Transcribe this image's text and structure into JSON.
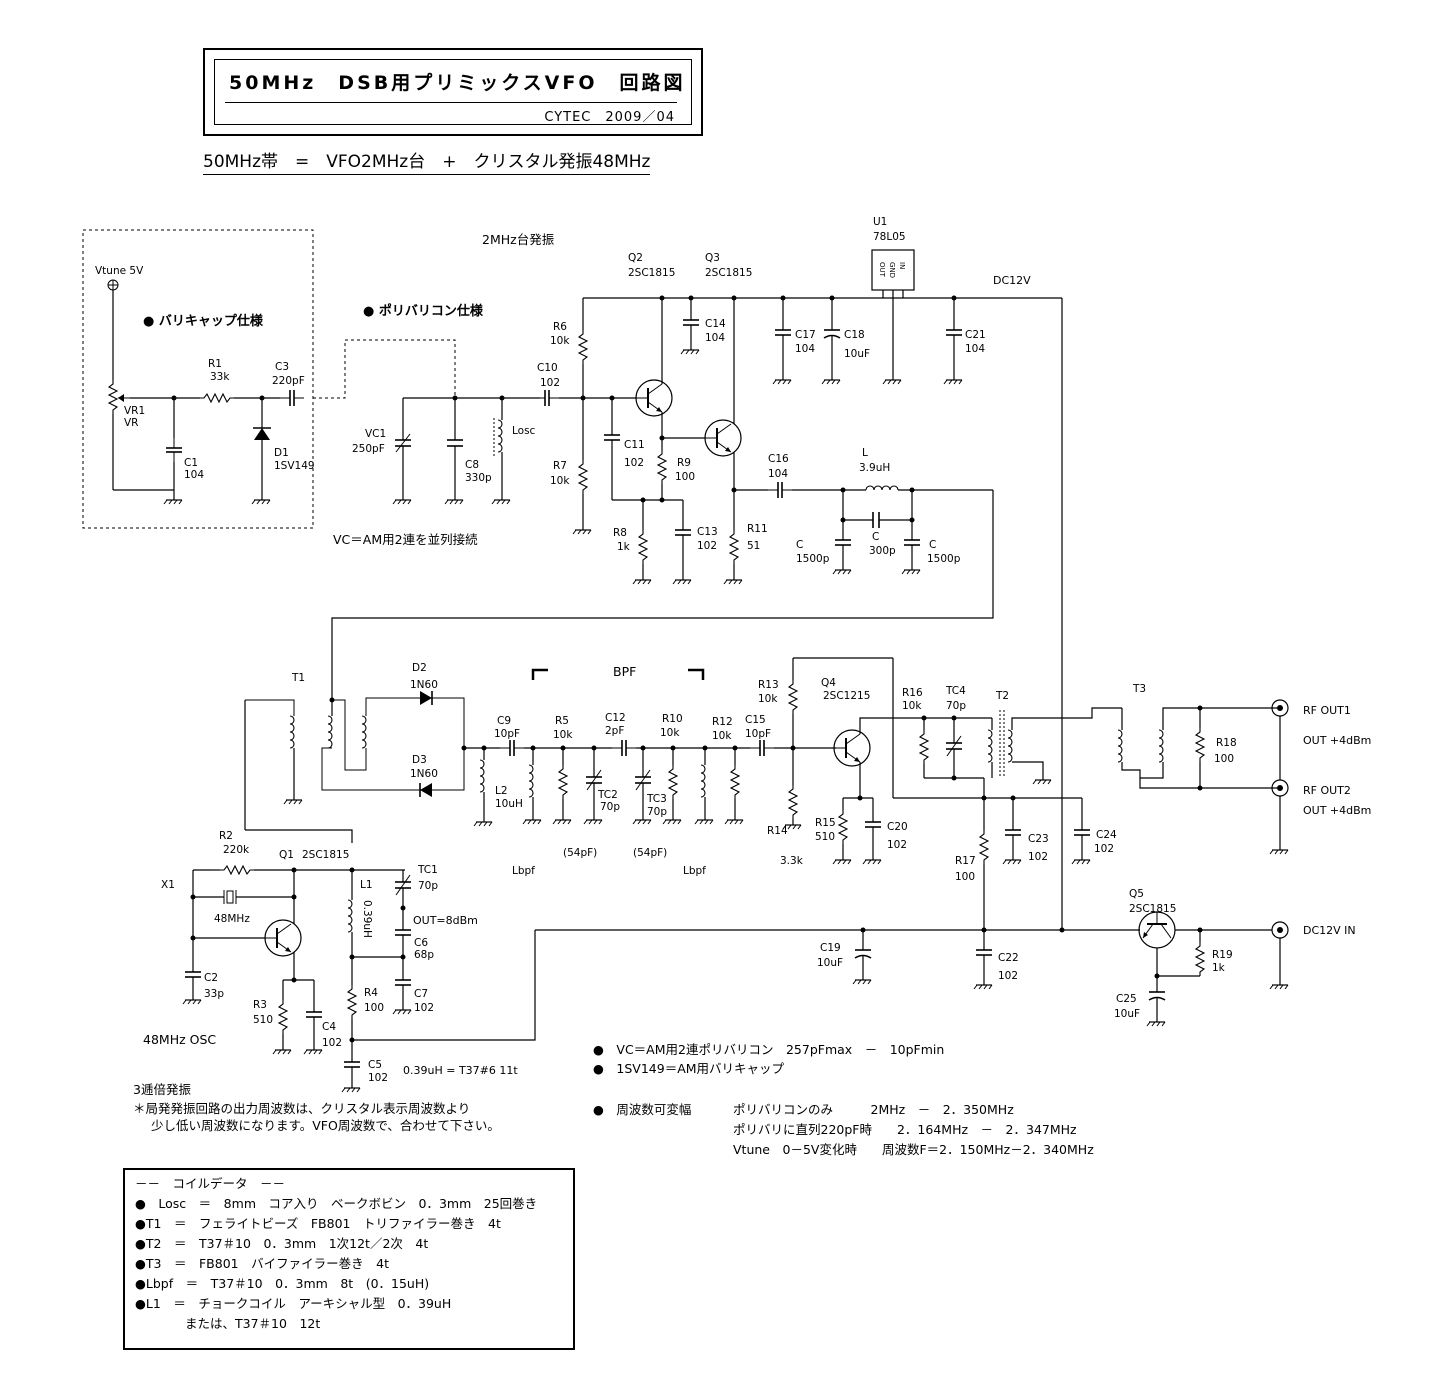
{
  "title": {
    "main": "50MHz　DSB用プリミックスVFO　回路図",
    "sub": "CYTEC　2009／04"
  },
  "subtitle": "50MHz帯　=　VFO2MHz台　+　クリスタル発振48MHz",
  "sections": {
    "varicap": "● バリキャップ仕様",
    "polyvaricon": "● ポリバリコン仕様",
    "osc2mhz": "2MHz台発振",
    "vc_note": "VC＝AM用2連を並列接続",
    "bpf": "BPF",
    "osc48": "48MHz OSC",
    "tripler": "3逓倍発振",
    "lo_note1": "＊局発発振回路の出力周波数は、クリスタル表示周波数より",
    "lo_note2": "少し低い周波数になります。VFO周波数で、合わせて下さい。",
    "l1_note": "0.39uH = T37#6 11t",
    "out_note": "OUT=8dBm"
  },
  "components": {
    "vtune": "Vtune 5V",
    "vr1": "VR1",
    "vr1_v": "VR",
    "r1": "R1",
    "r1_v": "33k",
    "c3": "C3",
    "c3_v": "220pF",
    "c1": "C1",
    "c1_v": "104",
    "d1": "D1",
    "d1_v": "1SV149",
    "vc1": "VC1",
    "vc1_v": "250pF",
    "c8": "C8",
    "c8_v": "330p",
    "losc": "Losc",
    "c10": "C10",
    "c10_v": "102",
    "r6": "R6",
    "r6_v": "10k",
    "r7": "R7",
    "r7_v": "10k",
    "c11": "C11",
    "c11_v": "102",
    "r8": "R8",
    "r8_v": "1k",
    "r9": "R9",
    "r9_v": "100",
    "c13": "C13",
    "c13_v": "102",
    "q2": "Q2",
    "q2_v": "2SC1815",
    "q3": "Q3",
    "q3_v": "2SC1815",
    "c14": "C14",
    "c14_v": "104",
    "r11": "R11",
    "r11_v": "51",
    "u1": "U1",
    "u1_v": "78L05",
    "u1_pins": "OUT GND IN",
    "dc12v": "DC12V",
    "c17": "C17",
    "c17_v": "104",
    "c18": "C18",
    "c18_v": "10uF",
    "c21": "C21",
    "c21_v": "104",
    "c16": "C16",
    "c16_v": "104",
    "l": "L",
    "l_v": "3.9uH",
    "c_a": "C",
    "c_a_v": "1500p",
    "c_b": "C",
    "c_b_v": "300p",
    "c_c": "C",
    "c_c_v": "1500p",
    "t1": "T1",
    "d2": "D2",
    "d2_v": "1N60",
    "d3": "D3",
    "d3_v": "1N60",
    "c9": "C9",
    "c9_v": "10pF",
    "l2": "L2",
    "l2_v": "10uH",
    "r5": "R5",
    "r5_v": "10k",
    "c12": "C12",
    "c12_v": "2pF",
    "tc2": "TC2",
    "tc2_v": "70p",
    "tc3": "TC3",
    "tc3_v": "70p",
    "pf54a": "(54pF)",
    "pf54b": "(54pF)",
    "lbpf_a": "Lbpf",
    "lbpf_b": "Lbpf",
    "r10": "R10",
    "r10_v": "10k",
    "r12": "R12",
    "r12_v": "10k",
    "c15": "C15",
    "c15_v": "10pF",
    "r13": "R13",
    "r13_v": "10k",
    "q4": "Q4",
    "q4_v": "2SC1215",
    "r14": "R14",
    "r14_v": "3.3k",
    "r15": "R15",
    "r15_v": "510",
    "c20": "C20",
    "c20_v": "102",
    "r16": "R16",
    "r16_v": "10k",
    "tc4": "TC4",
    "tc4_v": "70p",
    "t2": "T2",
    "t3": "T3",
    "r18": "R18",
    "r18_v": "100",
    "rfout1": "RF OUT1",
    "rfout1_v": "OUT +4dBm",
    "rfout2": "RF OUT2",
    "rfout2_v": "OUT +4dBm",
    "r17": "R17",
    "r17_v": "100",
    "c23": "C23",
    "c23_v": "102",
    "c24": "C24",
    "c24_v": "102",
    "c19": "C19",
    "c19_v": "10uF",
    "c22": "C22",
    "c22_v": "102",
    "q5": "Q5",
    "q5_v": "2SC1815",
    "r19": "R19",
    "r19_v": "1k",
    "c25": "C25",
    "c25_v": "10uF",
    "dc12vin": "DC12V IN",
    "x1": "X1",
    "x1_v": "48MHz",
    "r2": "R2",
    "r2_v": "220k",
    "q1": "Q1",
    "q1_v": "2SC1815",
    "l1": "L1",
    "l1_v": "0.39uH",
    "tc1": "TC1",
    "tc1_v": "70p",
    "c6": "C6",
    "c6_v": "68p",
    "c7": "C7",
    "c7_v": "102",
    "r4": "R4",
    "r4_v": "100",
    "c5": "C5",
    "c5_v": "102",
    "c2": "C2",
    "c2_v": "33p",
    "r3": "R3",
    "r3_v": "510",
    "c4": "C4",
    "c4_v": "102"
  },
  "notes": [
    "●　VC＝AM用2連ポリバリコン　257pFmax　－　10pFmin",
    "●　1SV149＝AM用バリキャップ"
  ],
  "freq": {
    "label": "●　周波数可変幅",
    "row1": "ポリバリコンのみ　　　2MHz　－　2．350MHz",
    "row2": "ポリバリに直列220pF時　　2．164MHz　－　2．347MHz",
    "row3": "Vtune　0－5V変化時　　周波数F＝2．150MHz－2．340MHz"
  },
  "coil_data": [
    "－－　コイルデータ　－－",
    "●　Losc　＝　8mm　コア入り　ベークボビン　0．3mm　25回巻き",
    "●T1　＝　フェライトビーズ　FB801　トリファイラー巻き　4t",
    "●T2　＝　T37＃10　0．3mm　1次12t／2次　4t",
    "●T3　＝　FB801　バイファイラー巻き　4t",
    "●Lbpf　＝　T37＃10　0．3mm　8t　(0．15uH)",
    "●L1　＝　チョークコイル　アーキシャル型　0．39uH",
    "　　　　または、T37＃10　12t"
  ]
}
